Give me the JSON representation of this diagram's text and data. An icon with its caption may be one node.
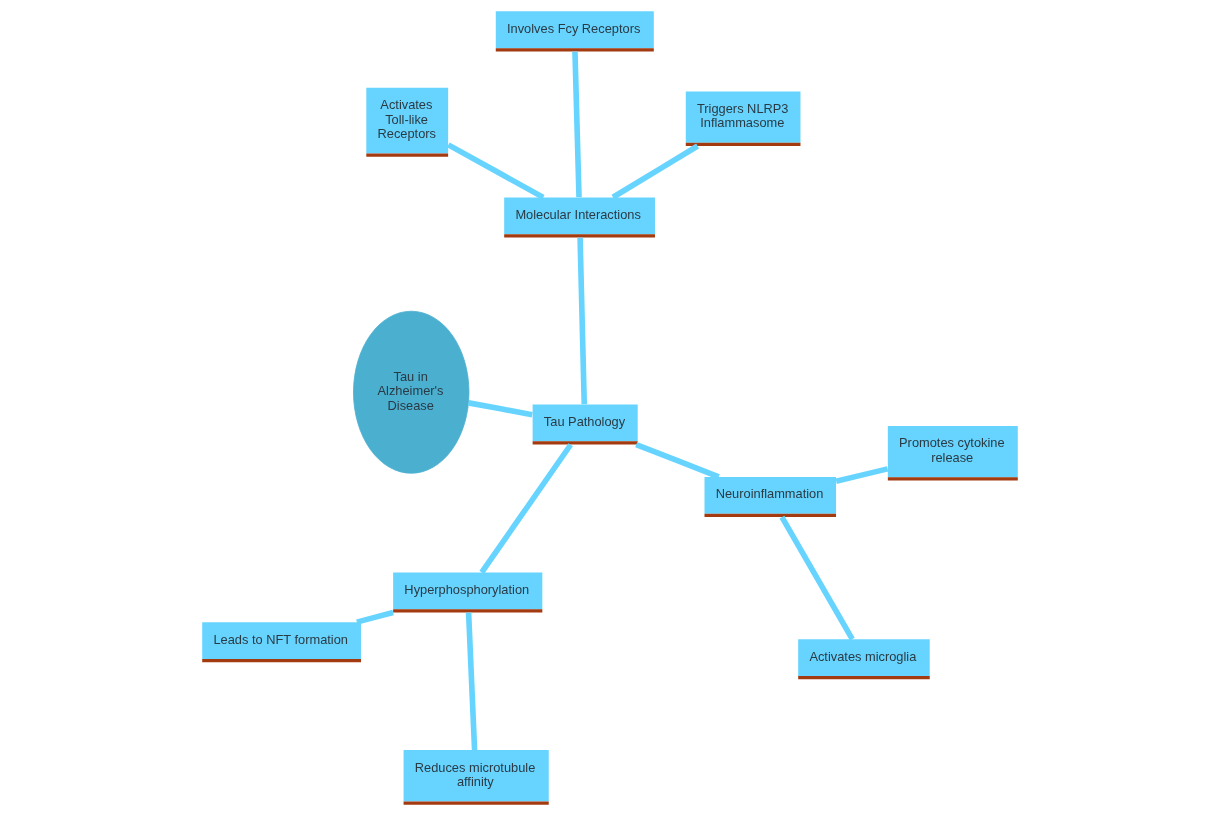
{
  "diagram": {
    "nodes": [
      {
        "text": [
          "Tau in Alzheimer's Disease"
        ]
      },
      {
        "text": [
          "Tau Pathology"
        ]
      },
      {
        "text": [
          "Molecular Interactions"
        ]
      },
      {
        "text": [
          "Involves Fcy Receptors"
        ]
      },
      {
        "text": [
          "Triggers NLRP3 Inflammasome"
        ]
      },
      {
        "text": [
          "Activates Toll-like Receptors"
        ]
      },
      {
        "text": [
          "Hyperphosphorylation"
        ]
      },
      {
        "text": [
          "Reduces microtubule affinity"
        ]
      },
      {
        "text": [
          "Leads to NFT formation"
        ]
      },
      {
        "text": [
          "Neuroinflammation"
        ]
      },
      {
        "text": [
          "Promotes cytokine release"
        ]
      },
      {
        "text": [
          "Activates microglia"
        ]
      }
    ],
    "edges": [
      {
        "from": 0,
        "to": 1,
        "arrow": "none"
      },
      {
        "from": 1,
        "to": 2,
        "arrow": "none"
      },
      {
        "from": 2,
        "to": 3,
        "arrow": "none"
      },
      {
        "from": 2,
        "to": 4,
        "arrow": "none"
      },
      {
        "from": 2,
        "to": 5,
        "arrow": "none"
      },
      {
        "from": 1,
        "to": 6,
        "arrow": "none"
      },
      {
        "from": 6,
        "to": 7,
        "arrow": "none"
      },
      {
        "from": 6,
        "to": 8,
        "arrow": "none"
      },
      {
        "from": 1,
        "to": 9,
        "arrow": "none"
      },
      {
        "from": 9,
        "to": 10,
        "arrow": "none"
      },
      {
        "from": 9,
        "to": 11,
        "arrow": "none"
      }
    ]
  }
}
